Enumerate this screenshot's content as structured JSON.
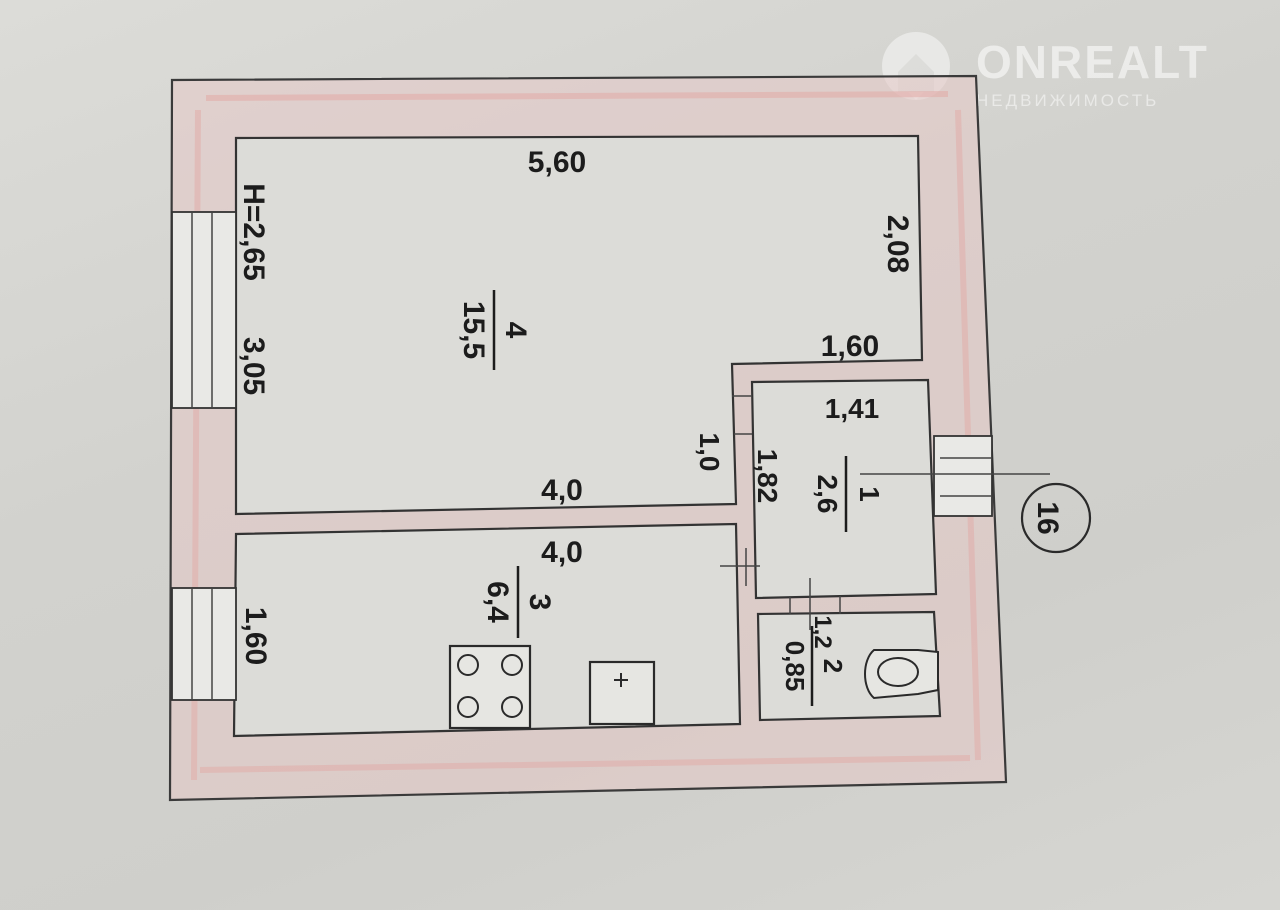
{
  "watermark": {
    "brand": "ONREALT",
    "tagline": "НЕДВИЖИМОСТЬ"
  },
  "plan": {
    "ceiling_height": "H=2,65",
    "section_number": "16",
    "colors": {
      "background": "#d6d6d2",
      "wall_fill": "#e6c8c6",
      "line": "#333333"
    },
    "rooms": [
      {
        "id": "4",
        "area": "15,5"
      },
      {
        "id": "3",
        "area": "6,4"
      },
      {
        "id": "1",
        "area": "2,6"
      },
      {
        "id": "2",
        "area": "0,85"
      }
    ],
    "dimensions": {
      "room4_top": "5,60",
      "room4_right": "2,08",
      "room4_left": "3,05",
      "room4_bottom": "4,0",
      "room4_step": "1,60",
      "door_width": "1,0",
      "room3_top": "4,0",
      "room3_left": "1,60",
      "room1_top": "1,41",
      "room1_side": "1,82",
      "room2_top": "1,2"
    },
    "fixtures": [
      "stove-icon",
      "sink-icon",
      "toilet-icon"
    ]
  }
}
